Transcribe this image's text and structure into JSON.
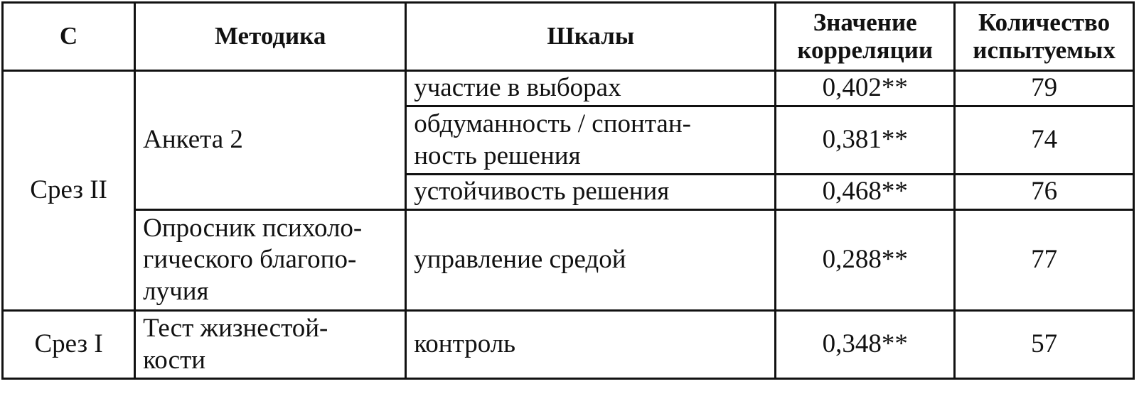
{
  "header": {
    "col1": "С",
    "col2": "Методика",
    "col3": "Шкалы",
    "col4": "Значение\nкорреляции",
    "col5": "Количество\nиспытуемых"
  },
  "groups": {
    "slice2": "Срез II",
    "slice1": "Срез I"
  },
  "methods": {
    "m1": "Анкета 2",
    "m2": "Опросник психоло-\nгического благопо-\nлучия",
    "m3": "Тест жизнестой-\nкости"
  },
  "rows": [
    {
      "scale": "участие в выборах",
      "value": "0,402**",
      "count": "79"
    },
    {
      "scale": "обдуманность / спонтан-\nность решения",
      "value": "0,381**",
      "count": "74"
    },
    {
      "scale": "устойчивость решения",
      "value": "0,468**",
      "count": "76"
    },
    {
      "scale": "управление средой",
      "value": "0,288**",
      "count": "77"
    },
    {
      "scale": "контроль",
      "value": "0,348**",
      "count": "57"
    }
  ]
}
